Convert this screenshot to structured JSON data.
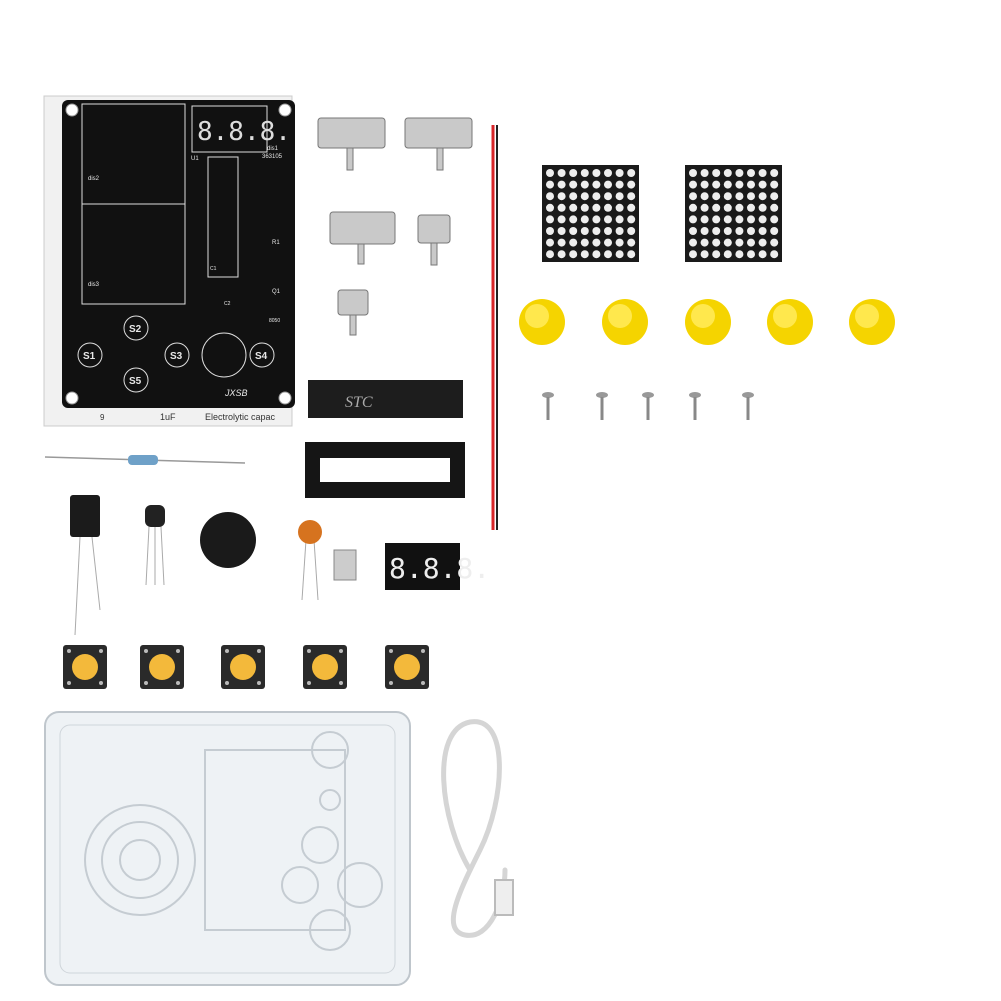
{
  "pcb": {
    "buttons": [
      "S1",
      "S2",
      "S3",
      "S4",
      "S5"
    ],
    "display_labels": {
      "dis1": "dis1",
      "dis2": "dis2",
      "dis3": "dis3"
    },
    "u1": "U1",
    "r1": "R1",
    "q1": "Q1",
    "q1_part": "8050",
    "c1": "C1",
    "c2": "C2",
    "code": "363105",
    "logo": "JXSB",
    "display_digits": "8.8.8."
  },
  "paper_label": {
    "cap_value": "1uF",
    "cap_text": "Electrolytic capac",
    "num": "9"
  },
  "chip_label": "STC",
  "seg_display_digits": "8.8.8.",
  "colors": {
    "pcb": "#111111",
    "button_cap": "#f5d400",
    "wire_red": "#d8262a",
    "led_matrix": "#1a1a1a",
    "case": "#e9eef2"
  }
}
